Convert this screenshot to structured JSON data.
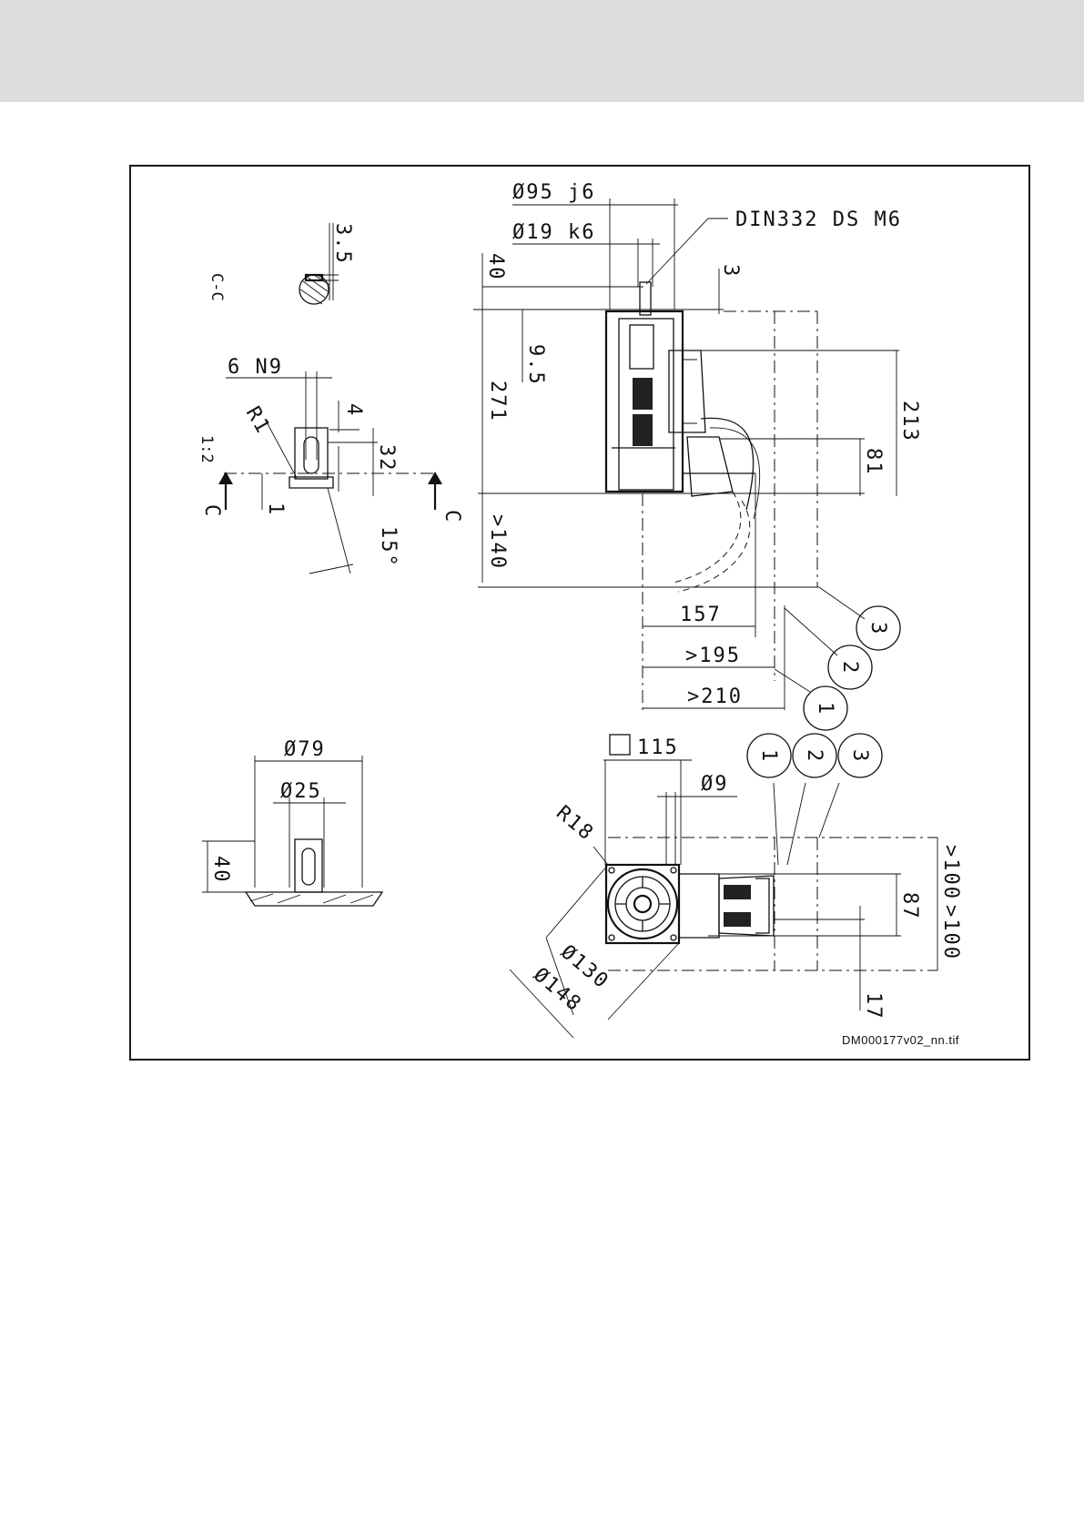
{
  "drawing": {
    "file_id": "DM000177v02_nn.tif",
    "section_label": "C-C",
    "scale_label": "1:2",
    "section_marker": "C",
    "note_din": "DIN332 DS M6",
    "shaft_detail": {
      "d_key_depth": "3.5",
      "key_width": "6 N9",
      "radius": "R1",
      "dim_4": "4",
      "dim_32": "32",
      "dim_1": "1",
      "angle": "15°"
    },
    "flange_detail": {
      "d_outer": "Ø79",
      "d_shaft": "Ø25",
      "length": "40"
    },
    "side_view": {
      "d_centering": "Ø95 j6",
      "d_shaft": "Ø19 k6",
      "shaft_length": "40",
      "flange_offset": "3",
      "dim_9_5": "9.5",
      "body_length": "271",
      "height_213": "213",
      "dim_81": "81",
      "clearance_140": ">140",
      "dim_157": "157",
      "dim_195": ">195",
      "dim_210": ">210"
    },
    "front_view": {
      "square": "115",
      "hole": "Ø9",
      "radius": "R18",
      "d_130": "Ø130",
      "d_148": "Ø148",
      "dim_87": "87",
      "dim_17": "17",
      "dim_100a": ">100",
      "dim_100b": ">100"
    },
    "callouts": [
      "1",
      "2",
      "3"
    ]
  }
}
